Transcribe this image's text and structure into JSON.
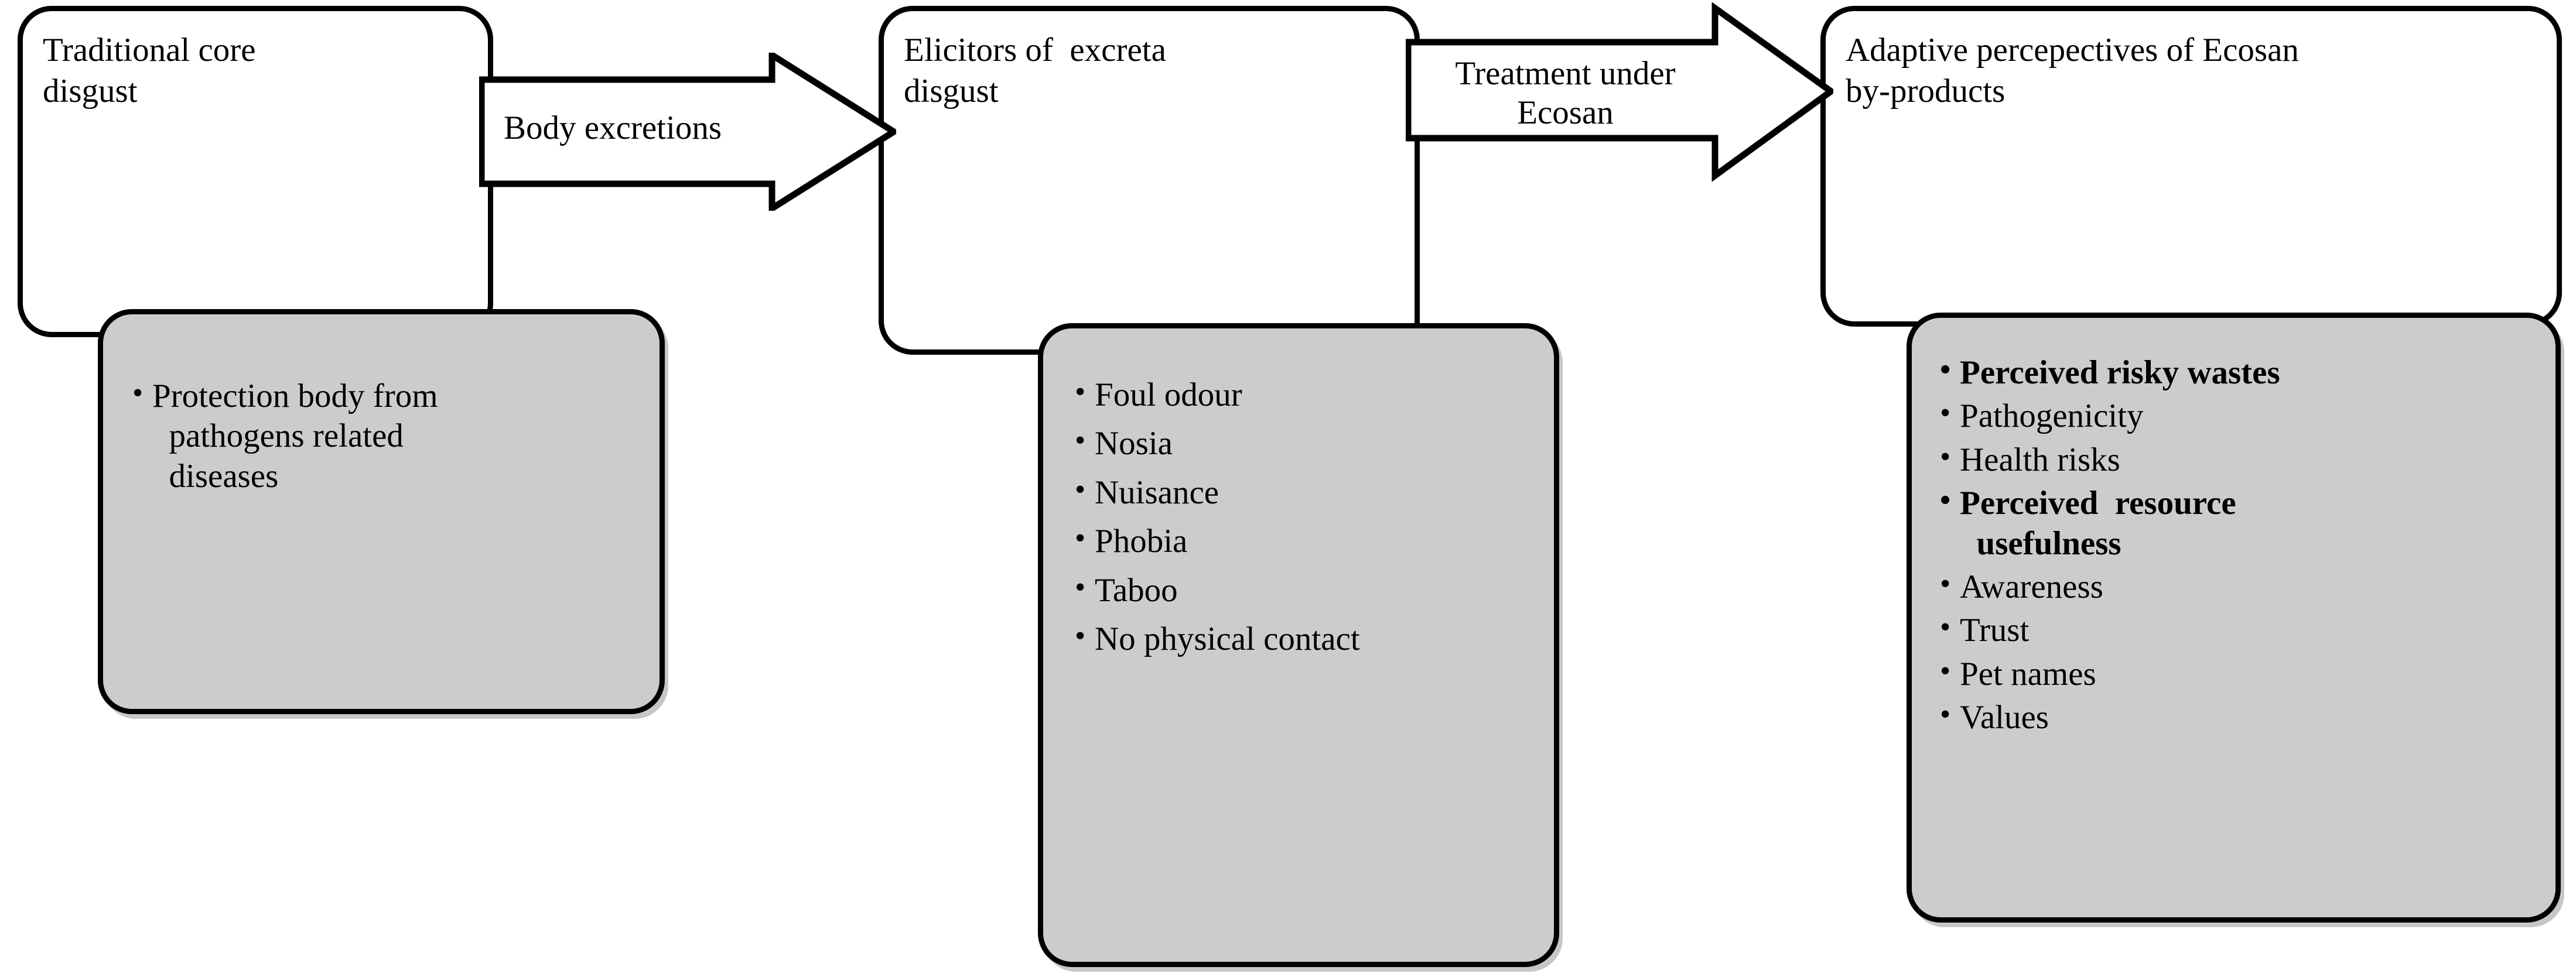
{
  "diagram": {
    "type": "flow",
    "stages": [
      {
        "id": "traditional-core-disgust",
        "title": "Traditional core\ndisgust",
        "items": [
          {
            "text": "Protection body from\n  pathogens related\n  diseases",
            "bold": false
          }
        ]
      },
      {
        "id": "elicitors-of-excreta-disgust",
        "title": "Elicitors of  excreta\ndisgust",
        "items": [
          {
            "text": "Foul odour",
            "bold": false
          },
          {
            "text": "Nosia",
            "bold": false
          },
          {
            "text": "Nuisance",
            "bold": false
          },
          {
            "text": "Phobia",
            "bold": false
          },
          {
            "text": "Taboo",
            "bold": false
          },
          {
            "text": "No physical contact",
            "bold": false
          }
        ]
      },
      {
        "id": "adaptive-percepectives-of-ecosan-by-products",
        "title": "Adaptive percepectives of Ecosan\nby-products",
        "items": [
          {
            "text": "Perceived risky wastes",
            "bold": true
          },
          {
            "text": "Pathogenicity",
            "bold": false
          },
          {
            "text": "Health risks",
            "bold": false
          },
          {
            "text": "Perceived  resource\n  usefulness",
            "bold": true
          },
          {
            "text": "Awareness",
            "bold": false
          },
          {
            "text": "Trust",
            "bold": false
          },
          {
            "text": "Pet names",
            "bold": false
          },
          {
            "text": "Values",
            "bold": false
          }
        ]
      }
    ],
    "connectors": [
      {
        "id": "body-excretions",
        "label": "Body excretions",
        "from": "traditional-core-disgust",
        "to": "elicitors-of-excreta-disgust"
      },
      {
        "id": "treatment-under-ecosan",
        "label": "Treatment under\nEcosan",
        "from": "elicitors-of-excreta-disgust",
        "to": "adaptive-percepectives-of-ecosan-by-products"
      }
    ],
    "colors": {
      "outline": "#000000",
      "white_fill": "#ffffff",
      "gray_fill": "#cccccc",
      "text": "#000000"
    }
  }
}
